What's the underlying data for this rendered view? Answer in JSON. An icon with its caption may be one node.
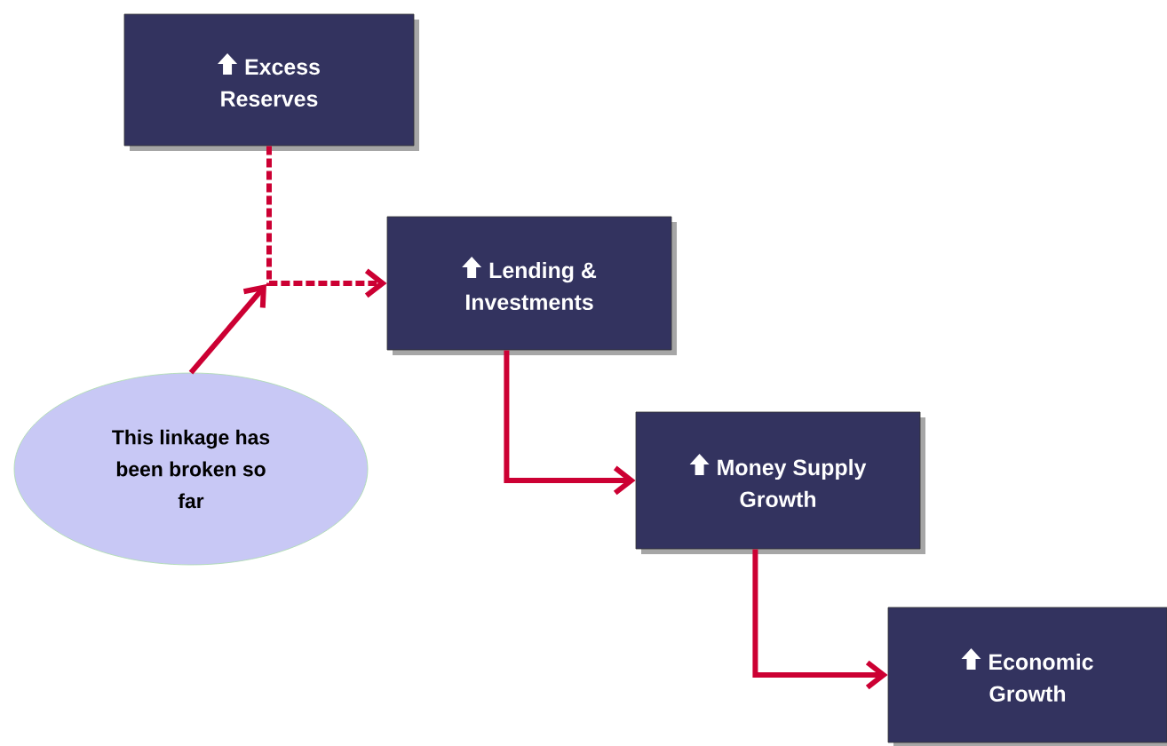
{
  "diagram": {
    "nodes": [
      {
        "text": [
          "Excess Reserves"
        ]
      },
      {
        "text": [
          "Lending & Investments"
        ]
      },
      {
        "text": [
          "This linkage has been broken so far"
        ]
      },
      {
        "text": [
          "Money Supply Growth"
        ]
      },
      {
        "text": [
          "Economic Growth"
        ]
      }
    ],
    "edges": [
      {
        "from": 0,
        "to": 1,
        "arrow": "to",
        "style": "dashed"
      },
      {
        "from": 1,
        "to": 3,
        "arrow": "to"
      },
      {
        "from": 3,
        "to": 4,
        "arrow": "to"
      },
      {
        "from": 2,
        "to": null,
        "arrow": "to"
      }
    ]
  }
}
